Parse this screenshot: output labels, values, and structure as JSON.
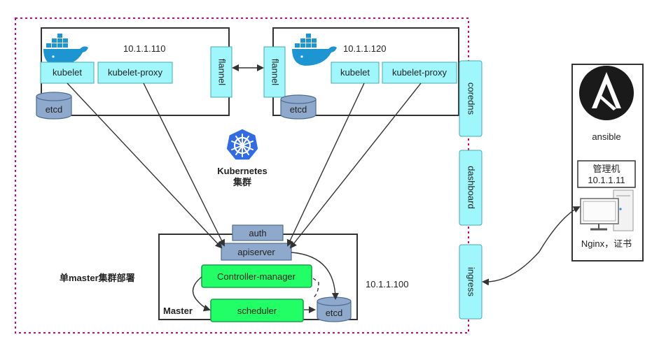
{
  "cluster": {
    "caption_line1": "Kubernetes",
    "caption_line2": "集群",
    "deploy_label": "单master集群部署"
  },
  "node1": {
    "ip": "10.1.1.110",
    "kubelet": "kubelet",
    "kubelet_proxy": "kubelet-proxy",
    "flannel": "flannel",
    "etcd": "etcd"
  },
  "node2": {
    "ip": "10.1.1.120",
    "kubelet": "kubelet",
    "kubelet_proxy": "kubelet-proxy",
    "flannel": "flannel",
    "etcd": "etcd"
  },
  "master": {
    "title": "Master",
    "ip": "10.1.1.100",
    "auth": "auth",
    "apiserver": "apiserver",
    "controller_manager": "Controller-manager",
    "scheduler": "scheduler",
    "etcd": "etcd"
  },
  "addons": {
    "coredns": "coredns",
    "dashboard": "dashboard",
    "ingress": "ingress"
  },
  "ansible": {
    "title": "ansible",
    "manager_line1": "管理机",
    "manager_line2": "10.1.1.11",
    "nginx_label": "Nginx，证书"
  },
  "colors": {
    "cluster_border": "#e0007a",
    "component_fill": "#9ff7fc",
    "steel_fill": "#8fa9cc",
    "green_fill": "#22ff66",
    "docker_blue": "#1e95d3",
    "k8s_blue": "#326ce5"
  },
  "icons": {
    "docker": "docker-whale-icon",
    "kubernetes": "kubernetes-helm-icon",
    "ansible": "ansible-logo-icon",
    "computer": "desktop-computer-icon",
    "database": "cylinder-database-icon"
  }
}
